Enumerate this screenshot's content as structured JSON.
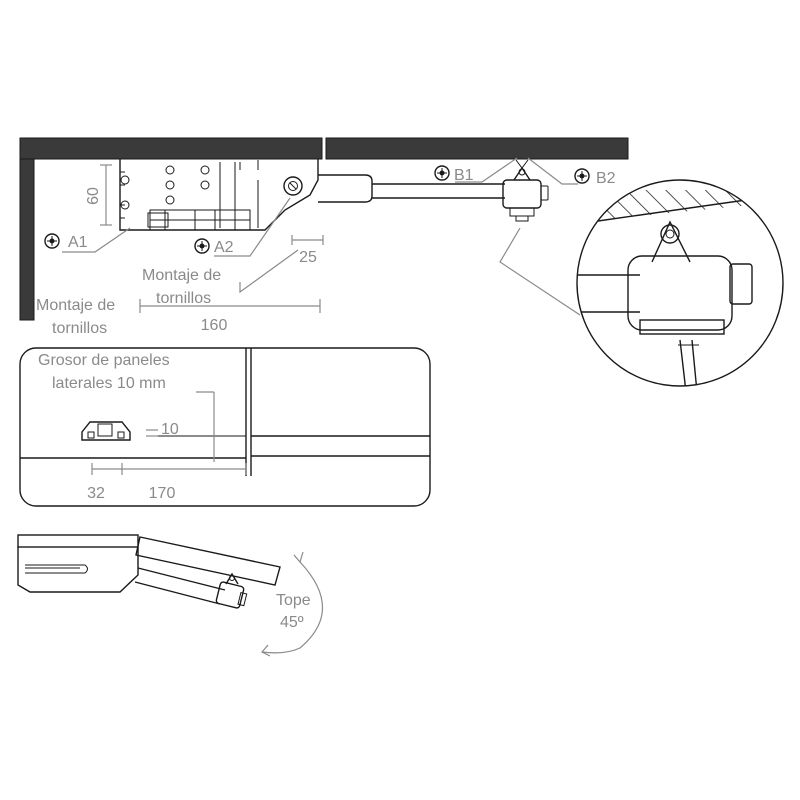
{
  "labels": {
    "a1": "A1",
    "a2": "A2",
    "b1": "B1",
    "b2": "B2",
    "dim_60": "60",
    "dim_25": "25",
    "dim_160": "160",
    "dim_10": "10",
    "dim_32": "32",
    "dim_170": "170",
    "montaje_1_line1": "Montaje de",
    "montaje_1_line2": "tornillos",
    "montaje_2_line1": "Montaje de",
    "montaje_2_line2": "tornillos",
    "grosor_line1": "Grosor de paneles",
    "grosor_line2": "laterales 10 mm",
    "tope_line1": "Tope",
    "tope_line2": "45º"
  },
  "colors": {
    "panel": "#3a3a3a",
    "line": "#1a1a1a",
    "label": "#8a8a8a"
  },
  "icons": {
    "screw": "screw-hole-icon"
  }
}
